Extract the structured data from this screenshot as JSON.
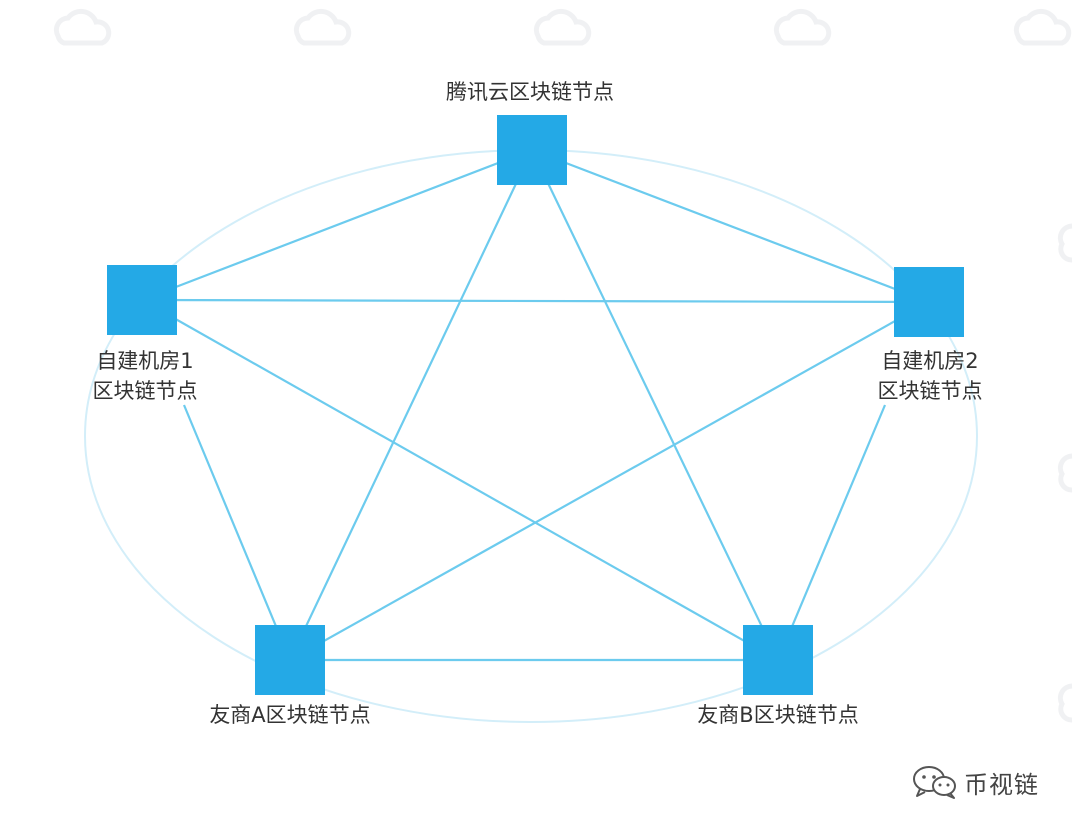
{
  "diagram": {
    "nodes": {
      "tencent": {
        "label": "腾讯云区块链节点"
      },
      "own1": {
        "label_line1": "自建机房1",
        "label_line2": "区块链节点"
      },
      "own2": {
        "label_line1": "自建机房2",
        "label_line2": "区块链节点"
      },
      "partnerA": {
        "label": "友商A区块链节点"
      },
      "partnerB": {
        "label": "友商B区块链节点"
      }
    },
    "node_color": "#24a9e6",
    "edge_color": "#6ccbee",
    "ring_color": "#d3eef9"
  },
  "watermark": {
    "text": "币视链",
    "icon": "wechat-icon"
  }
}
